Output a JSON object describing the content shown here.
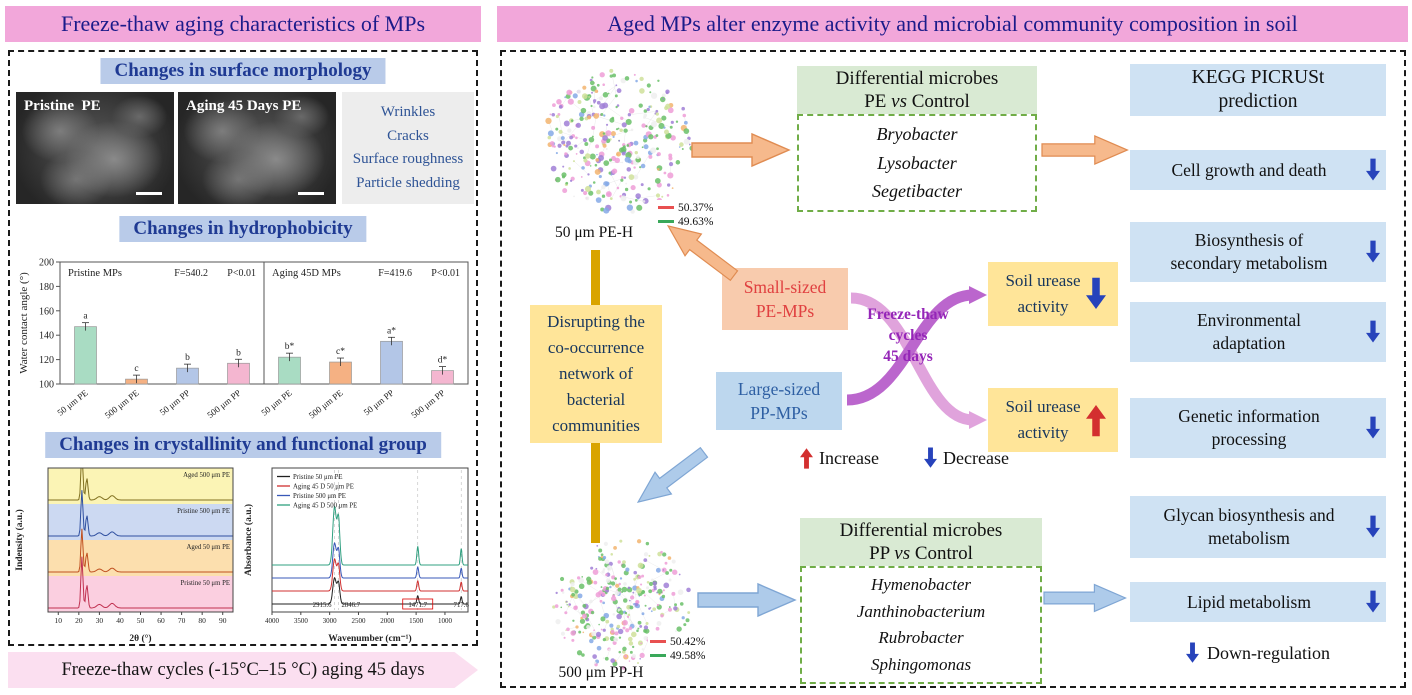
{
  "colors": {
    "down": "#2743bb",
    "up": "#d32f2f",
    "accent_pink": "#f2a7da",
    "section_blue": "#b9cbe9",
    "yellow": "#ffe599",
    "green_header": "#d9ead3",
    "blue_box": "#cfe2f3"
  },
  "left_panel": {
    "title": "Freeze-thaw aging characteristics of MPs",
    "morphology_title": "Changes in surface morphology",
    "sem_labels": [
      "Pristine  PE",
      "Aging 45 Days PE"
    ],
    "features": [
      "Wrinkles",
      "Cracks",
      "Surface roughness",
      "Particle shedding"
    ],
    "hydrophobicity_title": "Changes in hydrophobicity",
    "crystallinity_title": "Changes in crystallinity and functional group",
    "banner": "Freeze-thaw cycles (-15°C–15 °C) aging 45 days"
  },
  "right_panel": {
    "title": "Aged MPs alter enzyme activity and microbial community composition in soil",
    "diff_pe": {
      "line1": "Differential microbes",
      "line2_a": "PE ",
      "line2_vs": "vs",
      "line2_b": " Control",
      "microbes": [
        "Bryobacter",
        "Lysobacter",
        "Segetibacter"
      ]
    },
    "diff_pp": {
      "line1": "Differential microbes",
      "line2_a": "PP ",
      "line2_vs": "vs",
      "line2_b": " Control",
      "microbes": [
        "Hymenobacter",
        "Janthinobacterium",
        "Rubrobacter",
        "Sphingomonas"
      ]
    },
    "kegg_line1": "KEGG PICRUSt",
    "kegg_line2": "prediction",
    "pathways": [
      "Cell growth and death",
      "Biosynthesis of secondary metabolism",
      "Environmental adaptation",
      "Genetic information processing",
      "Glycan biosynthesis and metabolism",
      "Lipid metabolism"
    ],
    "down_regulation": "Down-regulation",
    "disrupting": "Disrupting the co-occurrence network of bacterial communities",
    "small_sized_line1": "Small-sized",
    "small_sized_line2": "PE-MPs",
    "large_sized_line1": "Large-sized",
    "large_sized_line2": "PP-MPs",
    "freeze_thaw_line1": "Freeze-thaw",
    "freeze_thaw_line2": "cycles",
    "freeze_thaw_line3": "45 days",
    "urease": "Soil urease activity",
    "increase": "Increase",
    "decrease": "Decrease"
  },
  "chart_data": [
    {
      "type": "bar",
      "title": "Water contact angle of pristine and aged MPs",
      "ylabel": "Water contact angle (°)",
      "ylim": [
        100,
        200
      ],
      "yticks": [
        100,
        120,
        140,
        160,
        180,
        200
      ],
      "bar_colors": [
        "#a9dcc3",
        "#f5b183",
        "#b3c6e7",
        "#f4b6d0"
      ],
      "groups": [
        {
          "label": "Pristine MPs",
          "f": "F=540.2",
          "p": "P<0.01",
          "categories": [
            "50 μm PE",
            "500 μm PE",
            "50 μm PP",
            "500 μm PP"
          ],
          "values": [
            147,
            104,
            113,
            117
          ],
          "letters": [
            "a",
            "c",
            "b",
            "b"
          ]
        },
        {
          "label": "Aging 45D MPs",
          "f": "F=419.6",
          "p": "P<0.01",
          "categories": [
            "50 μm PE",
            "500 μm PE",
            "50 μm PP",
            "500 μm PP"
          ],
          "values": [
            122,
            118,
            135,
            111
          ],
          "letters": [
            "b*",
            "c*",
            "a*",
            "d*"
          ]
        }
      ]
    },
    {
      "type": "line",
      "id": "xrd",
      "xlabel": "2θ (°)",
      "ylabel": "Indensity (a.u.)",
      "xlim": [
        5,
        95
      ],
      "xticks": [
        10,
        20,
        30,
        40,
        50,
        60,
        70,
        80,
        90
      ],
      "peaks": [
        {
          "x": 21.5,
          "rel": 1.0
        },
        {
          "x": 23.9,
          "rel": 0.45
        },
        {
          "x": 30.0,
          "rel": 0.07
        },
        {
          "x": 36.2,
          "rel": 0.09
        }
      ],
      "series": [
        {
          "name": "Pristine 50 μm PE",
          "band": "#fbcfe0",
          "line": "#c03050",
          "amp": 0.95
        },
        {
          "name": "Aged 50 μm PE",
          "band": "#fcdfae",
          "line": "#c05020",
          "amp": 0.8
        },
        {
          "name": "Pristine 500 μm PE",
          "band": "#ccd9f2",
          "line": "#3050a0",
          "amp": 0.85
        },
        {
          "name": "Aged 500 μm PE",
          "band": "#fbf4b5",
          "line": "#807020",
          "amp": 0.9
        }
      ]
    },
    {
      "type": "line",
      "id": "ftir",
      "xlabel": "Wavenumber (cm⁻¹)",
      "ylabel": "Absorbance (a.u.)",
      "xlim": [
        4000,
        600
      ],
      "xticks": [
        4000,
        3500,
        3000,
        2500,
        2000,
        1500,
        1000
      ],
      "peak_labels": [
        "2915.6",
        "2846.7",
        "1471.7",
        "717.6"
      ],
      "peaks": [
        {
          "x": 2915.6,
          "rel": 1.0
        },
        {
          "x": 2846.7,
          "rel": 0.8
        },
        {
          "x": 1471.7,
          "rel": 0.32
        },
        {
          "x": 717.6,
          "rel": 0.28
        }
      ],
      "series": [
        {
          "name": "Pristine 50 μm PE",
          "line": "#202020",
          "amp": 0.45
        },
        {
          "name": "Aging 45 D 50 μm PE",
          "line": "#d03030",
          "amp": 0.55
        },
        {
          "name": "Pristine 500 μm PE",
          "line": "#3858b8",
          "amp": 0.6
        },
        {
          "name": "Aging 45 D 500 μm PE",
          "line": "#30a080",
          "amp": 1.0
        }
      ]
    },
    {
      "type": "scatter",
      "id": "network-pe",
      "label": "50 μm PE-H",
      "legend": [
        {
          "value": "50.37%",
          "color": "#e85050"
        },
        {
          "value": "49.63%",
          "color": "#3aa85a"
        }
      ]
    },
    {
      "type": "scatter",
      "id": "network-pp",
      "label": "500 μm PP-H",
      "legend": [
        {
          "value": "50.42%",
          "color": "#e85050"
        },
        {
          "value": "49.58%",
          "color": "#3aa85a"
        }
      ]
    }
  ]
}
